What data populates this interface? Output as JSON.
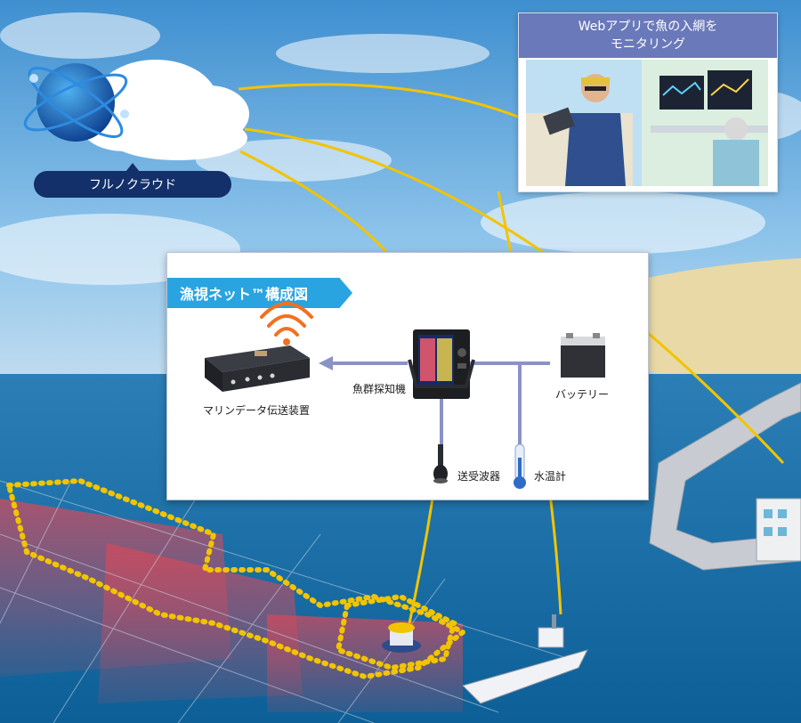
{
  "cloud": {
    "label": "フルノクラウド"
  },
  "web_monitor": {
    "caption_line1": "Webアプリで魚の入網を",
    "caption_line2": "モニタリング"
  },
  "diagram": {
    "title": "漁視ネット™構成図",
    "components": {
      "data_transmitter": "マリンデータ伝送装置",
      "fish_finder": "魚群探知機",
      "battery": "バッテリー",
      "transducer": "送受波器",
      "thermometer": "水温計"
    }
  },
  "colors": {
    "link_yellow": "#f2c400",
    "diagram_title_blue": "#29a4e0",
    "cloud_label_navy": "#13306a",
    "connector_purple": "#8a93c4"
  }
}
